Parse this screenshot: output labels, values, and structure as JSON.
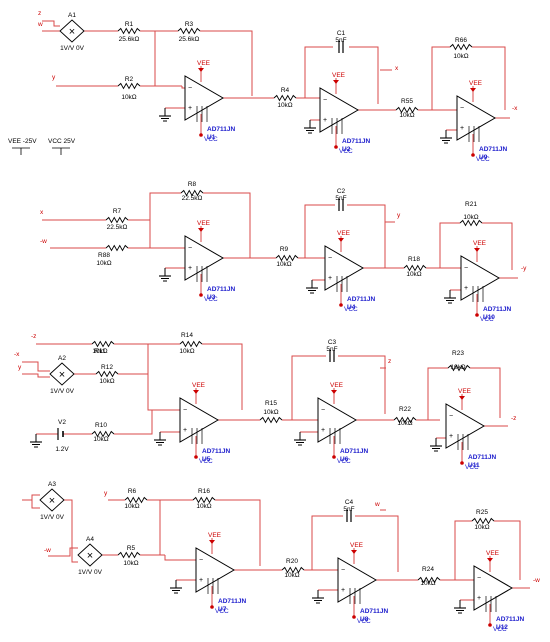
{
  "colors": {
    "wire": "#d94a4a",
    "component": "#000000",
    "refdes": "#000000",
    "part": "#1a1acc",
    "power": "#cc0000",
    "net": "#cc0000",
    "ground": "#000000",
    "background": "#ffffff"
  },
  "power_labels": {
    "vee": "VEE",
    "vcc": "VCC",
    "vee_source": "VEE  -25V",
    "vcc_source": "VCC  25V"
  },
  "multiplier_symbol": "×",
  "opamps": [
    {
      "ref": "U1",
      "part": "AD711JN"
    },
    {
      "ref": "U2",
      "part": "AD711JN"
    },
    {
      "ref": "U9",
      "part": "AD711JN"
    },
    {
      "ref": "U3",
      "part": "AD711JN"
    },
    {
      "ref": "U4",
      "part": "AD711JN"
    },
    {
      "ref": "U10",
      "part": "AD711JN"
    },
    {
      "ref": "U5",
      "part": "AD711JN"
    },
    {
      "ref": "U6",
      "part": "AD711JN"
    },
    {
      "ref": "U11",
      "part": "AD711JN"
    },
    {
      "ref": "U7",
      "part": "AD711JN"
    },
    {
      "ref": "U8",
      "part": "AD711JN"
    },
    {
      "ref": "U12",
      "part": "AD711JN"
    }
  ],
  "resistors": [
    {
      "ref": "R1",
      "value": "25.6kΩ"
    },
    {
      "ref": "R3",
      "value": "25.6kΩ"
    },
    {
      "ref": "R2",
      "value": "10kΩ"
    },
    {
      "ref": "R4",
      "value": "10kΩ"
    },
    {
      "ref": "R55",
      "value": "10kΩ"
    },
    {
      "ref": "R66",
      "value": "10kΩ"
    },
    {
      "ref": "R7",
      "value": "22.5kΩ"
    },
    {
      "ref": "R8",
      "value": "22.5kΩ"
    },
    {
      "ref": "R88",
      "value": "10kΩ"
    },
    {
      "ref": "R9",
      "value": "10kΩ"
    },
    {
      "ref": "R18",
      "value": "10kΩ"
    },
    {
      "ref": "R21",
      "value": "10kΩ"
    },
    {
      "ref": "R11",
      "value": "10kΩ"
    },
    {
      "ref": "R14",
      "value": "10kΩ"
    },
    {
      "ref": "R12",
      "value": "10kΩ"
    },
    {
      "ref": "R10",
      "value": "10kΩ"
    },
    {
      "ref": "R15",
      "value": "10kΩ"
    },
    {
      "ref": "R22",
      "value": "10kΩ"
    },
    {
      "ref": "R23",
      "value": "10kΩ"
    },
    {
      "ref": "R5",
      "value": "10kΩ"
    },
    {
      "ref": "R6",
      "value": "10kΩ"
    },
    {
      "ref": "R16",
      "value": "10kΩ"
    },
    {
      "ref": "R20",
      "value": "10kΩ"
    },
    {
      "ref": "R24",
      "value": "10kΩ"
    },
    {
      "ref": "R25",
      "value": "10kΩ"
    }
  ],
  "capacitors": [
    {
      "ref": "C1",
      "value": "5nF"
    },
    {
      "ref": "C2",
      "value": "5nF"
    },
    {
      "ref": "C3",
      "value": "5nF"
    },
    {
      "ref": "C4",
      "value": "5nF"
    }
  ],
  "multipliers": [
    {
      "ref": "A1",
      "value": "1V/V 0V"
    },
    {
      "ref": "A2",
      "value": "1V/V 0V"
    },
    {
      "ref": "A3",
      "value": "1V/V 0V"
    },
    {
      "ref": "A4",
      "value": "1V/V 0V"
    }
  ],
  "dc_source": {
    "ref": "V2",
    "value": "1.2V"
  },
  "nets": [
    "z",
    "w",
    "y",
    "x",
    "-x",
    "x",
    "-w",
    "y",
    "-y",
    "-z",
    "-x",
    "y",
    "z",
    "-z",
    "-w",
    "y",
    "w",
    "-w"
  ]
}
